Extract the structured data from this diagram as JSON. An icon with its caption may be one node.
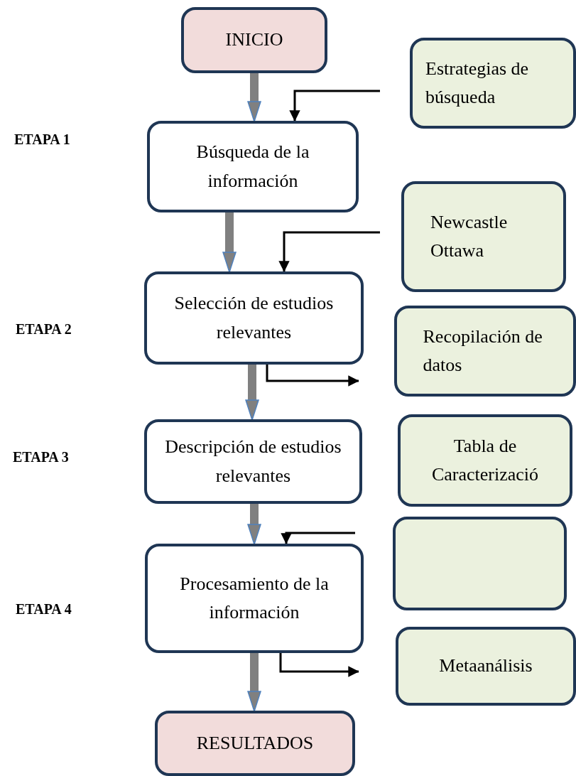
{
  "diagram": {
    "nodes": [
      {
        "text": [
          "INICIO"
        ]
      },
      {
        "text": [
          "Estrategias de búsqueda"
        ]
      },
      {
        "text": [
          "Búsqueda de la información"
        ]
      },
      {
        "text": [
          "Newcastle Ottawa"
        ]
      },
      {
        "text": [
          "Selección de estudios relevantes"
        ]
      },
      {
        "text": [
          "Recopilación de datos"
        ]
      },
      {
        "text": [
          "Descripción de estudios relevantes"
        ]
      },
      {
        "text": [
          "Tabla de Caracterizació"
        ]
      },
      {
        "text": [],
        "shape": "box"
      },
      {
        "text": [
          "Procesamiento de la información"
        ]
      },
      {
        "text": [
          "Metaanálisis"
        ]
      },
      {
        "text": [
          "RESULTADOS"
        ]
      }
    ],
    "edges": [
      {
        "from": 0,
        "to": 2,
        "arrow": "to",
        "style": "thick",
        "color": "#808080"
      },
      {
        "from": null,
        "to": 2,
        "arrow": "to",
        "color": "#000000"
      },
      {
        "from": 2,
        "to": 4,
        "arrow": "to",
        "style": "thick",
        "color": "#808080"
      },
      {
        "from": null,
        "to": 4,
        "arrow": "to",
        "color": "#000000"
      },
      {
        "from": 4,
        "to": null,
        "arrow": "to",
        "color": "#000000"
      },
      {
        "from": 4,
        "to": 6,
        "arrow": "to",
        "style": "thick",
        "color": "#808080"
      },
      {
        "from": 6,
        "to": 9,
        "arrow": "to",
        "style": "thick",
        "color": "#808080"
      },
      {
        "from": null,
        "to": 9,
        "arrow": "to",
        "color": "#000000"
      },
      {
        "from": 9,
        "to": null,
        "arrow": "to",
        "color": "#000000"
      },
      {
        "from": 9,
        "to": 11,
        "arrow": "to",
        "style": "thick",
        "color": "#808080"
      }
    ],
    "labels": [
      "ETAPA 1",
      "ETAPA 2",
      "ETAPA 3",
      "ETAPA 4"
    ]
  }
}
